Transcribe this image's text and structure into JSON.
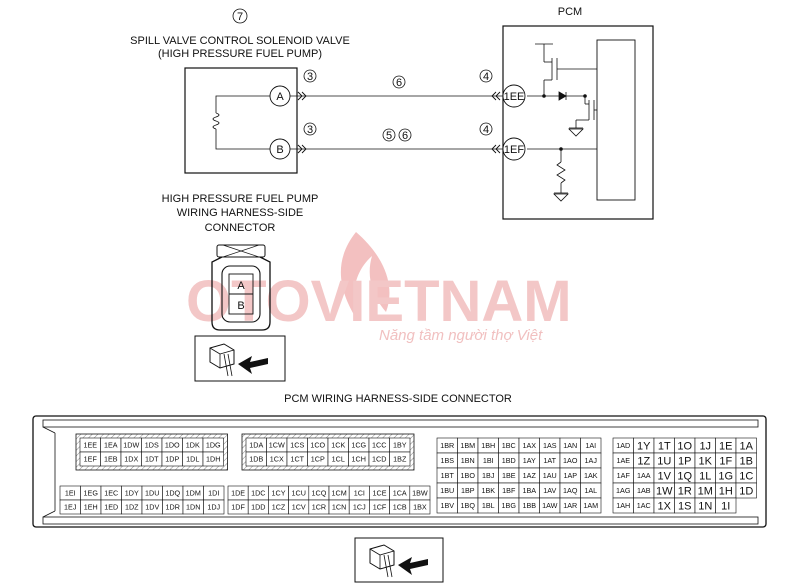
{
  "top_labels": {
    "callout_7": "7",
    "component_line1": "SPILL VALVE CONTROL SOLENOID VALVE",
    "component_line2": "(HIGH PRESSURE FUEL PUMP)",
    "pcm": "PCM"
  },
  "terminals": {
    "a": "A",
    "b": "B",
    "ee": "1EE",
    "ef": "1EF"
  },
  "callouts": {
    "a_left": "3",
    "b_left": "3",
    "a_wire": "6",
    "b_wire_1": "5",
    "b_wire_2": "6",
    "a_right": "4",
    "b_right": "4"
  },
  "connector_label": [
    "HIGH PRESSURE FUEL PUMP",
    "WIRING HARNESS-SIDE",
    "CONNECTOR"
  ],
  "small_connector": {
    "a": "A",
    "b": "B"
  },
  "watermark": {
    "main": "OTOVIETNAM",
    "sub": "Năng tầm người thợ Việt"
  },
  "pcm_connector_title": "PCM WIRING HARNESS-SIDE CONNECTOR",
  "pin_blocks": [
    {
      "rows": [
        [
          "1EE",
          "1EA",
          "1DW",
          "1DS",
          "1DO",
          "1DK",
          "1DG"
        ],
        [
          "1EF",
          "1EB",
          "1DX",
          "1DT",
          "1DP",
          "1DL",
          "1DH"
        ]
      ]
    },
    {
      "rows": [
        [
          "1DA",
          "1CW",
          "1CS",
          "1CO",
          "1CK",
          "1CG",
          "1CC",
          "1BY"
        ],
        [
          "1DB",
          "1CX",
          "1CT",
          "1CP",
          "1CL",
          "1CH",
          "1CD",
          "1BZ"
        ]
      ]
    },
    {
      "rows": [
        [
          "1EI",
          "1EG",
          "1EC",
          "1DY",
          "1DU",
          "1DQ",
          "1DM",
          "1DI"
        ],
        [
          "1EJ",
          "1EH",
          "1ED",
          "1DZ",
          "1DV",
          "1DR",
          "1DN",
          "1DJ"
        ]
      ]
    },
    {
      "rows": [
        [
          "1DE",
          "1DC",
          "1CY",
          "1CU",
          "1CQ",
          "1CM",
          "1CI",
          "1CE",
          "1CA",
          "1BW"
        ],
        [
          "1DF",
          "1DD",
          "1CZ",
          "1CV",
          "1CR",
          "1CN",
          "1CJ",
          "1CF",
          "1CB",
          "1BX"
        ]
      ]
    },
    {
      "rows": [
        [
          "1BR",
          "1BM",
          "1BH",
          "1BC",
          "1AX",
          "1AS",
          "1AN",
          "1AI"
        ],
        [
          "1BS",
          "1BN",
          "1BI",
          "1BD",
          "1AY",
          "1AT",
          "1AO",
          "1AJ"
        ],
        [
          "1BT",
          "1BO",
          "1BJ",
          "1BE",
          "1AZ",
          "1AU",
          "1AP",
          "1AK"
        ],
        [
          "1BU",
          "1BP",
          "1BK",
          "1BF",
          "1BA",
          "1AV",
          "1AQ",
          "1AL"
        ],
        [
          "1BV",
          "1BQ",
          "1BL",
          "1BG",
          "1BB",
          "1AW",
          "1AR",
          "1AM"
        ]
      ]
    },
    {
      "rows": [
        [
          "1AD",
          "1Y",
          "1T",
          "1O",
          "1J",
          "1E",
          "1A"
        ],
        [
          "1AE",
          "1Z",
          "1U",
          "1P",
          "1K",
          "1F",
          "1B"
        ],
        [
          "1AF",
          "1AA",
          "1V",
          "1Q",
          "1L",
          "1G",
          "1C"
        ],
        [
          "1AG",
          "1AB",
          "1W",
          "1R",
          "1M",
          "1H",
          "1D"
        ],
        [
          "1AH",
          "1AC",
          "1X",
          "1S",
          "1N",
          "1I"
        ]
      ]
    }
  ]
}
